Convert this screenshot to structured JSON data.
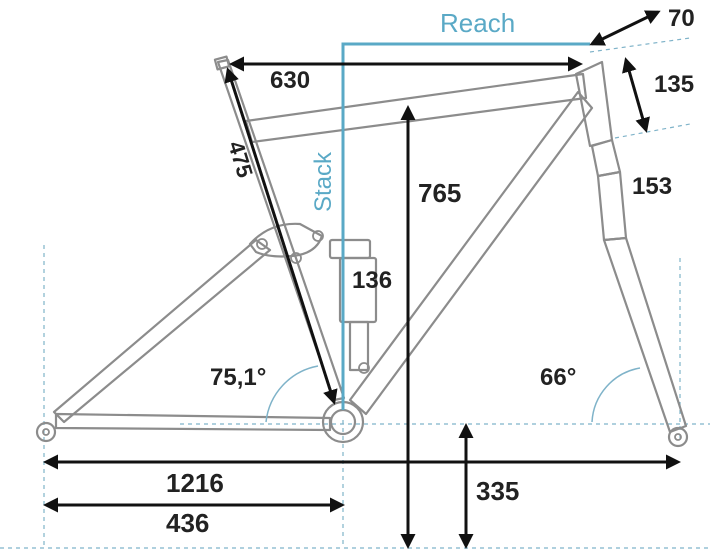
{
  "colors": {
    "frame": "#8c8c8c",
    "dimension": "#111111",
    "accent": "#5aa9c6",
    "guide": "#7fb3c9"
  },
  "labels": {
    "reach": "Reach",
    "stack": "Stack",
    "top_tube_offset": "70",
    "head_tube_length": "135",
    "fork": "153",
    "top_tube": "630",
    "seat_tube": "475",
    "stack_value": "765",
    "shock": "136",
    "seat_angle": "75,1°",
    "head_angle": "66°",
    "wheelbase": "1216",
    "bb_height": "335",
    "chainstay": "436"
  }
}
